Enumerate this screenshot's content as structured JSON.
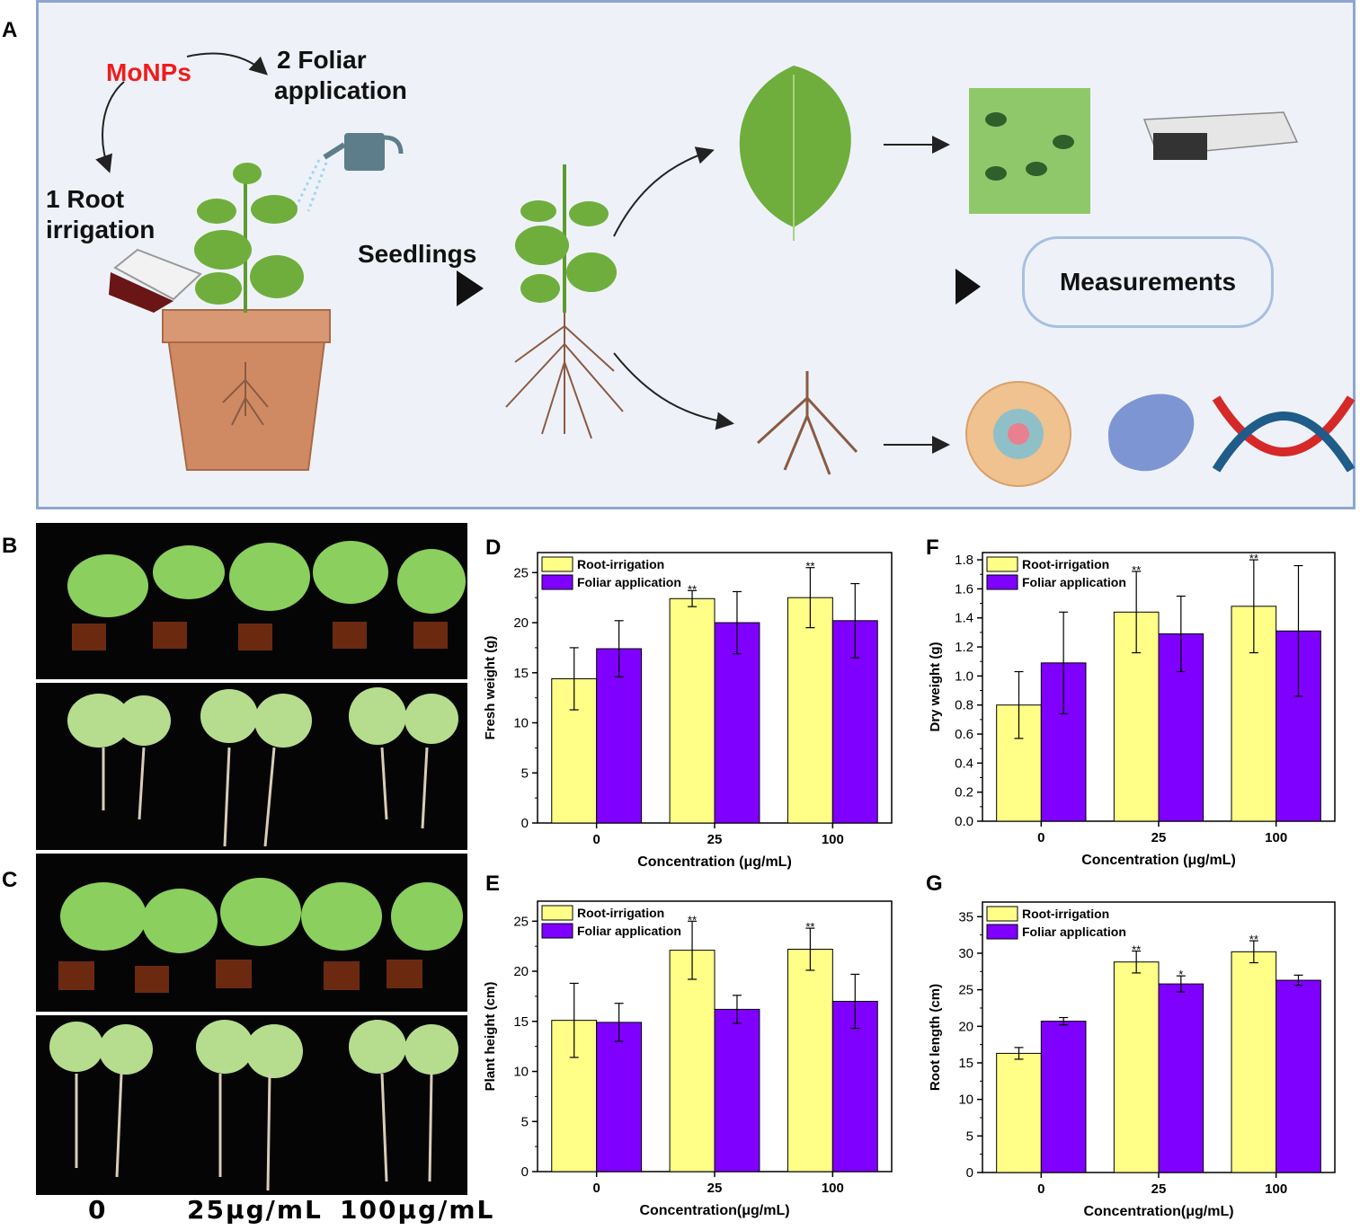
{
  "panels": {
    "A": "A",
    "B": "B",
    "C": "C",
    "D": "D",
    "E": "E",
    "F": "F",
    "G": "G"
  },
  "schematic": {
    "mo_label": "MoNPs",
    "step1": [
      "1  Root",
      "irrigation"
    ],
    "step2": [
      "2  Foliar",
      "application"
    ],
    "seedlings": "Seedlings",
    "measurements": "Measurements",
    "colors": {
      "mo": "#ee1c1c",
      "leaf": "#6fae3c",
      "pot": "#d08a63",
      "root": "#8a5a44"
    }
  },
  "photo_labels": [
    "0",
    "25μg/mL",
    "100μg/mL"
  ],
  "colors": {
    "root_irrigation": "#ffff88",
    "foliar_application": "#8000ff"
  },
  "chart_data": [
    {
      "id": "D",
      "type": "bar",
      "categories": [
        "0",
        "25",
        "100"
      ],
      "series": [
        {
          "name": "Root-irrigation",
          "values": [
            14.4,
            22.4,
            22.5
          ],
          "errors": [
            3.1,
            0.8,
            3.0
          ],
          "sig": [
            "",
            "**",
            "**"
          ]
        },
        {
          "name": "Foliar application",
          "values": [
            17.4,
            20.0,
            20.2
          ],
          "errors": [
            2.8,
            3.1,
            3.7
          ],
          "sig": [
            "",
            "",
            ""
          ]
        }
      ],
      "xlabel": "Concentration (μg/mL)",
      "ylabel": "Fresh weight (g)",
      "ylim": [
        0,
        27
      ],
      "yticks": [
        0,
        5,
        10,
        15,
        20,
        25
      ],
      "ytick_labels": [
        "0",
        "5",
        "10",
        "15",
        "20",
        "25"
      ],
      "legend": "top-left"
    },
    {
      "id": "E",
      "type": "bar",
      "categories": [
        "0",
        "25",
        "100"
      ],
      "series": [
        {
          "name": "Root-irrigation",
          "values": [
            15.1,
            22.1,
            22.2
          ],
          "errors": [
            3.7,
            2.9,
            2.1
          ],
          "sig": [
            "",
            "**",
            "**"
          ]
        },
        {
          "name": "Foliar application",
          "values": [
            14.9,
            16.2,
            17.0
          ],
          "errors": [
            1.9,
            1.4,
            2.7
          ],
          "sig": [
            "",
            "",
            ""
          ]
        }
      ],
      "xlabel": "Concentration(μg/mL)",
      "ylabel": "Plant height (cm)",
      "ylim": [
        0,
        27
      ],
      "yticks": [
        0,
        5,
        10,
        15,
        20,
        25
      ],
      "ytick_labels": [
        "0",
        "5",
        "10",
        "15",
        "20",
        "25"
      ],
      "legend": "top-left"
    },
    {
      "id": "F",
      "type": "bar",
      "categories": [
        "0",
        "25",
        "100"
      ],
      "series": [
        {
          "name": "Root-irrigation",
          "values": [
            0.8,
            1.44,
            1.48
          ],
          "errors": [
            0.23,
            0.28,
            0.32
          ],
          "sig": [
            "",
            "**",
            "**"
          ]
        },
        {
          "name": "Foliar application",
          "values": [
            1.09,
            1.29,
            1.31
          ],
          "errors": [
            0.35,
            0.26,
            0.45
          ],
          "sig": [
            "",
            "",
            ""
          ]
        }
      ],
      "xlabel": "Concentration (μg/mL)",
      "ylabel": "Dry weight (g)",
      "ylim": [
        0,
        1.85
      ],
      "yticks": [
        0,
        0.2,
        0.4,
        0.6,
        0.8,
        1.0,
        1.2,
        1.4,
        1.6,
        1.8
      ],
      "ytick_labels": [
        "0.0",
        "0.2",
        "0.4",
        "0.6",
        "0.8",
        "1.0",
        "1.2",
        "1.4",
        "1.6",
        "1.8"
      ],
      "legend": "top-left"
    },
    {
      "id": "G",
      "type": "bar",
      "categories": [
        "0",
        "25",
        "100"
      ],
      "series": [
        {
          "name": "Root-irrigation",
          "values": [
            16.3,
            28.8,
            30.2
          ],
          "errors": [
            0.8,
            1.5,
            1.5
          ],
          "sig": [
            "",
            "**",
            "**"
          ]
        },
        {
          "name": "Foliar application",
          "values": [
            20.7,
            25.8,
            26.3
          ],
          "errors": [
            0.5,
            1.1,
            0.7
          ],
          "sig": [
            "",
            "*",
            ""
          ]
        }
      ],
      "xlabel": "Concentration(μg/mL)",
      "ylabel": "Root length (cm)",
      "ylim": [
        0,
        37
      ],
      "yticks": [
        0,
        5,
        10,
        15,
        20,
        25,
        30,
        35
      ],
      "ytick_labels": [
        "0",
        "5",
        "10",
        "15",
        "20",
        "25",
        "30",
        "35"
      ],
      "legend": "top-left"
    }
  ]
}
